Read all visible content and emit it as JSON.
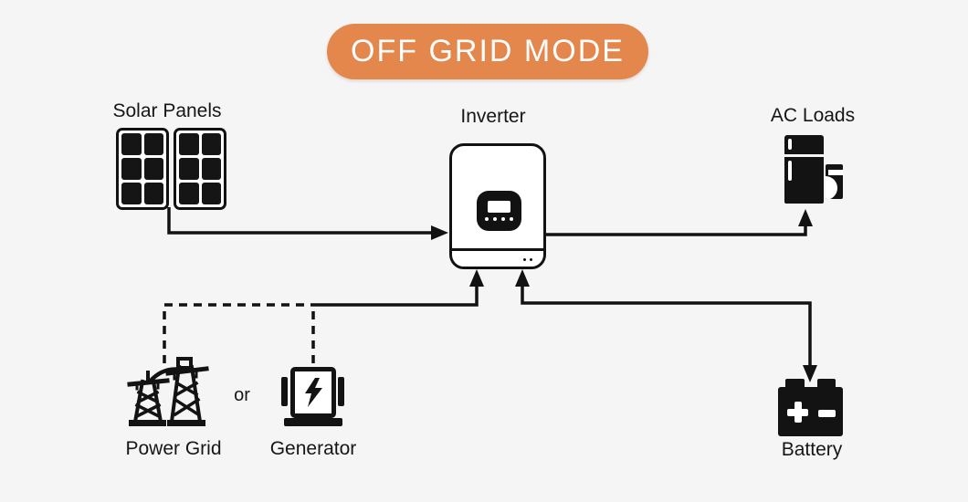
{
  "title": {
    "label": "OFF GRID MODE"
  },
  "colors": {
    "accent_orange": "#E3874D",
    "ink": "#121212",
    "background": "#F5F5F6",
    "text": "#161616"
  },
  "nodes": {
    "solar": {
      "label": "Solar Panels",
      "icon": "solar-panel-icon"
    },
    "inverter": {
      "label": "Inverter",
      "icon": "inverter-icon"
    },
    "ac_loads": {
      "label": "AC Loads",
      "icon": "refrigerator-washer-icon"
    },
    "power_grid": {
      "label": "Power Grid",
      "icon": "transmission-tower-icon"
    },
    "generator": {
      "label": "Generator",
      "icon": "generator-icon"
    },
    "battery": {
      "label": "Battery",
      "icon": "battery-icon"
    },
    "or_label": "or"
  },
  "connections": [
    {
      "from": "solar",
      "to": "inverter",
      "style": "solid",
      "arrow": "into-inverter-left"
    },
    {
      "from": "inverter",
      "to": "ac_loads",
      "style": "solid",
      "arrow": "into-ac-loads"
    },
    {
      "from": "power_grid",
      "to": "junction",
      "style": "dashed",
      "arrow": "none"
    },
    {
      "from": "generator",
      "to": "junction",
      "style": "dashed",
      "arrow": "none"
    },
    {
      "from": "junction",
      "to": "inverter",
      "style": "solid",
      "arrow": "into-inverter-bottom"
    },
    {
      "from": "inverter",
      "to": "battery",
      "style": "solid",
      "arrow": "both-ends"
    }
  ]
}
